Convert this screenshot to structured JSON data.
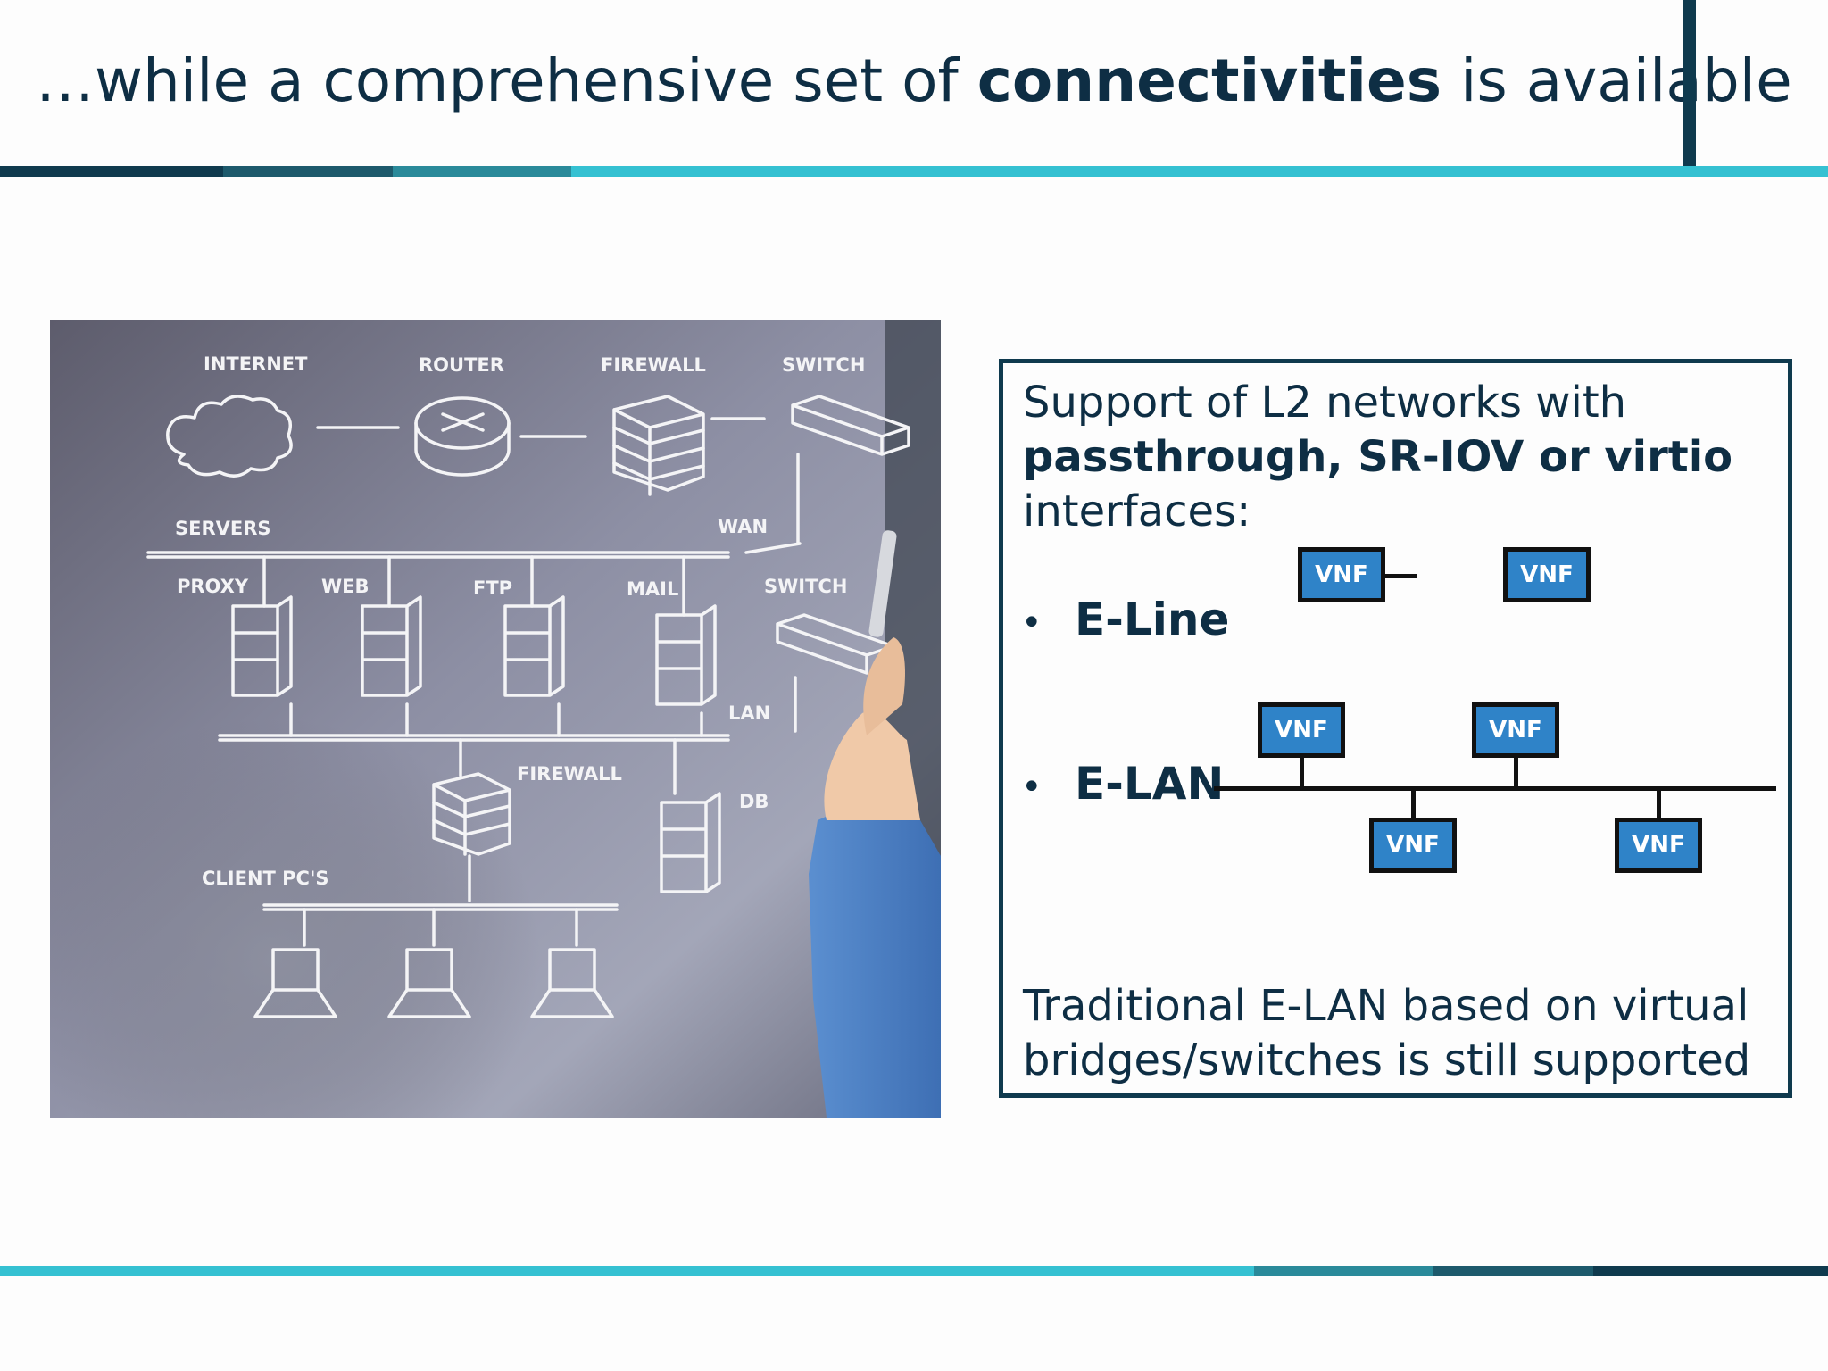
{
  "header": {
    "title_prefix": "…while a comprehensive set of ",
    "title_bold": "connectivities",
    "title_suffix": " is available"
  },
  "colors": {
    "dark_navy": "#0f3a4e",
    "teal": "#2a8a9a",
    "cyan": "#35c1d2",
    "vnf_blue": "#2f83c8"
  },
  "photo": {
    "labels": {
      "internet": "INTERNET",
      "router": "ROUTER",
      "firewall_top": "FIREWALL",
      "switch_top": "SWITCH",
      "servers": "SERVERS",
      "wan": "WAN",
      "proxy": "PROXY",
      "web": "WEB",
      "ftp": "FTP",
      "mail": "MAIL",
      "switch_mid": "SWITCH",
      "lan": "LAN",
      "firewall_mid": "FIREWALL",
      "db": "DB",
      "client_pcs": "CLIENT PC'S"
    }
  },
  "infobox": {
    "intro_line1": "Support of L2 networks with",
    "intro_bold": "passthrough, SR-IOV or virtio",
    "intro_line3": "interfaces:",
    "bullet_symbol": "•",
    "eline_label": "E-Line",
    "elan_label": "E-LAN",
    "vnf_label": "VNF",
    "footnote_line1": "Traditional E-LAN based on virtual",
    "footnote_line2": "bridges/switches is still supported"
  }
}
